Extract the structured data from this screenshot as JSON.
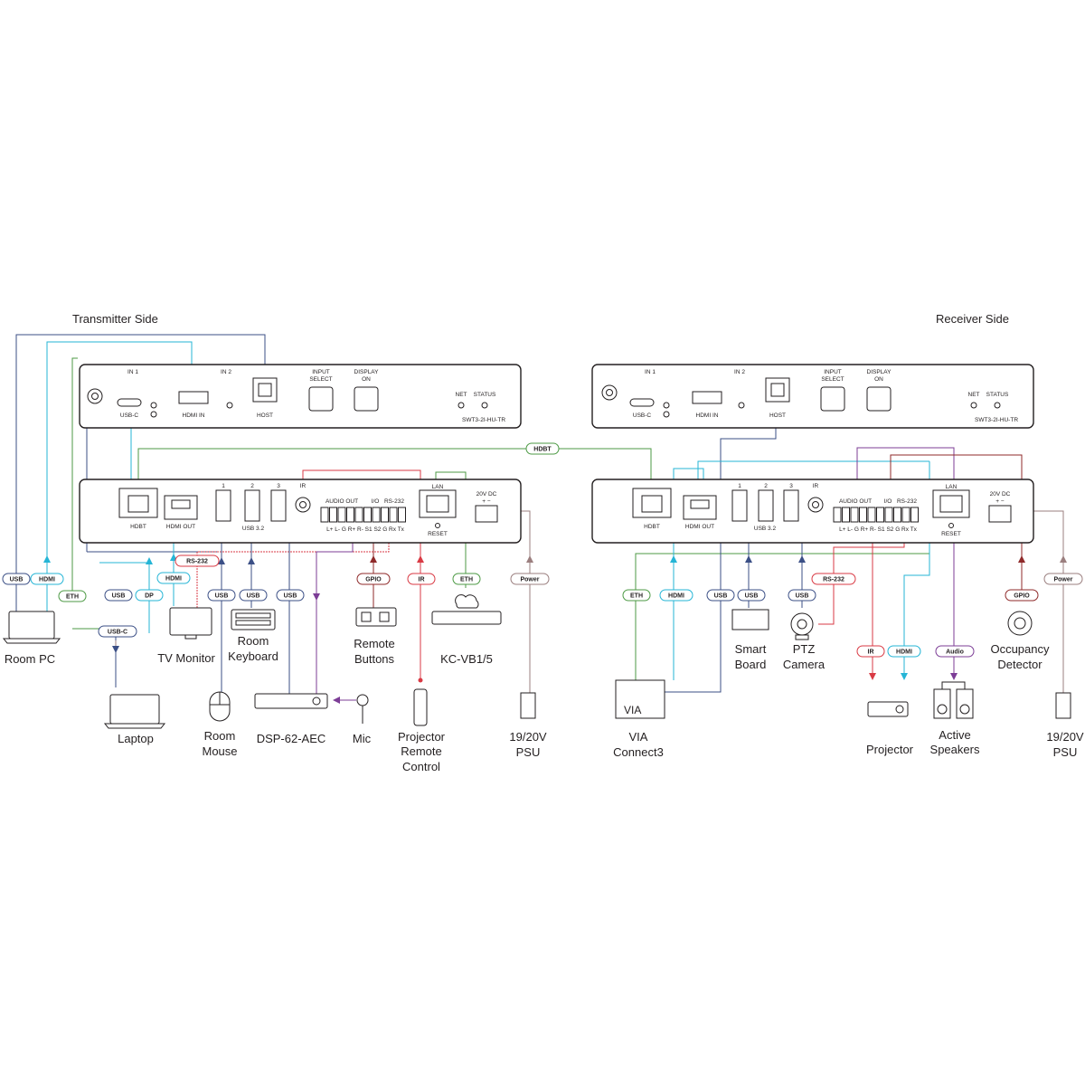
{
  "sides": {
    "transmitter": "Transmitter Side",
    "receiver": "Receiver Side"
  },
  "tx_front": {
    "group_in1": "IN 1",
    "group_in2": "IN 2",
    "usbc": "USB-C",
    "hdmi_in": "HDMI IN",
    "host": "HOST",
    "input_select": [
      "INPUT",
      "SELECT"
    ],
    "display_on": [
      "DISPLAY",
      "ON"
    ],
    "net": "NET",
    "status": "STATUS",
    "model": "SWT3-2I-HU-TR"
  },
  "tx_rear": {
    "hdbt": "HDBT",
    "hdmi_out": "HDMI OUT",
    "usb_group": "USB 3.2",
    "usb_nums": [
      "1",
      "2",
      "3"
    ],
    "ir": "IR",
    "audio_out": "AUDIO OUT",
    "io": "I/O",
    "rs232": "RS-232",
    "terminal_labels": "L+ L-  G R+ R-  S1 S2  G Rx Tx",
    "lan": "LAN",
    "reset": "RESET",
    "dc": "20V DC",
    "polarity": "+  −"
  },
  "rx_front": {
    "group_in1": "IN 1",
    "group_in2": "IN 2",
    "usbc": "USB-C",
    "hdmi_in": "HDMI IN",
    "host": "HOST",
    "input_select": [
      "INPUT",
      "SELECT"
    ],
    "display_on": [
      "DISPLAY",
      "ON"
    ],
    "net": "NET",
    "status": "STATUS",
    "model": "SWT3-2I-HU-TR"
  },
  "rx_rear": {
    "hdbt": "HDBT",
    "hdmi_out": "HDMI OUT",
    "usb_group": "USB 3.2",
    "usb_nums": [
      "1",
      "2",
      "3"
    ],
    "ir": "IR",
    "audio_out": "AUDIO OUT",
    "io": "I/O",
    "rs232": "RS-232",
    "terminal_labels": "L+ L-  G R+ R-  S1 S2  G Rx Tx",
    "lan": "LAN",
    "reset": "RESET",
    "dc": "20V DC",
    "polarity": "+  −"
  },
  "cable_labels": {
    "hdbt": "HDBT",
    "tx_pc_usb": "USB",
    "tx_pc_hdmi": "HDMI",
    "tx_eth": "ETH",
    "tx_laptop_usb": "USB",
    "tx_laptop_dp": "DP",
    "tx_usbc": "USB-C",
    "tx_monitor_hdmi": "HDMI",
    "tx_rs232": "RS-232",
    "tx_mouse_usb": "USB",
    "tx_keyboard_usb": "USB",
    "tx_dsp_usb": "USB",
    "tx_gpio": "GPIO",
    "tx_ir": "IR",
    "tx_kcvb_eth": "ETH",
    "tx_power": "Power",
    "rx_eth": "ETH",
    "rx_hdmi": "HDMI",
    "rx_via_usb": "USB",
    "rx_board_usb": "USB",
    "rx_camera_usb": "USB",
    "rx_rs232": "RS-232",
    "rx_ir": "IR",
    "rx_proj_hdmi": "HDMI",
    "rx_audio": "Audio",
    "rx_gpio": "GPIO",
    "rx_power": "Power"
  },
  "devices": {
    "room_pc": "Room PC",
    "laptop": "Laptop",
    "tv_monitor": "TV Monitor",
    "room_keyboard": [
      "Room",
      "Keyboard"
    ],
    "room_mouse": [
      "Room",
      "Mouse"
    ],
    "dsp": "DSP-62-AEC",
    "mic": "Mic",
    "remote_buttons": [
      "Remote",
      "Buttons"
    ],
    "projector_remote": [
      "Projector",
      "Remote",
      "Control"
    ],
    "kcvb": "KC-VB1/5",
    "tx_psu": [
      "19/20V",
      "PSU"
    ],
    "via": [
      "VIA",
      "Connect3"
    ],
    "via_badge": "VIA",
    "smart_board": [
      "Smart",
      "Board"
    ],
    "ptz_camera": [
      "PTZ",
      "Camera"
    ],
    "projector": "Projector",
    "active_speakers": [
      "Active",
      "Speakers"
    ],
    "occupancy": [
      "Occupancy",
      "Detector"
    ],
    "rx_psu": [
      "19/20V",
      "PSU"
    ]
  },
  "colors": {
    "usb": "#3b4f86",
    "hdmi": "#25b5d6",
    "eth": "#4c9a44",
    "rs232": "#d93a44",
    "ir": "#d93a44",
    "gpio": "#8f2a2a",
    "audio": "#7c3d96",
    "power": "#9b7f7f",
    "hdbt": "#4c9a44"
  }
}
